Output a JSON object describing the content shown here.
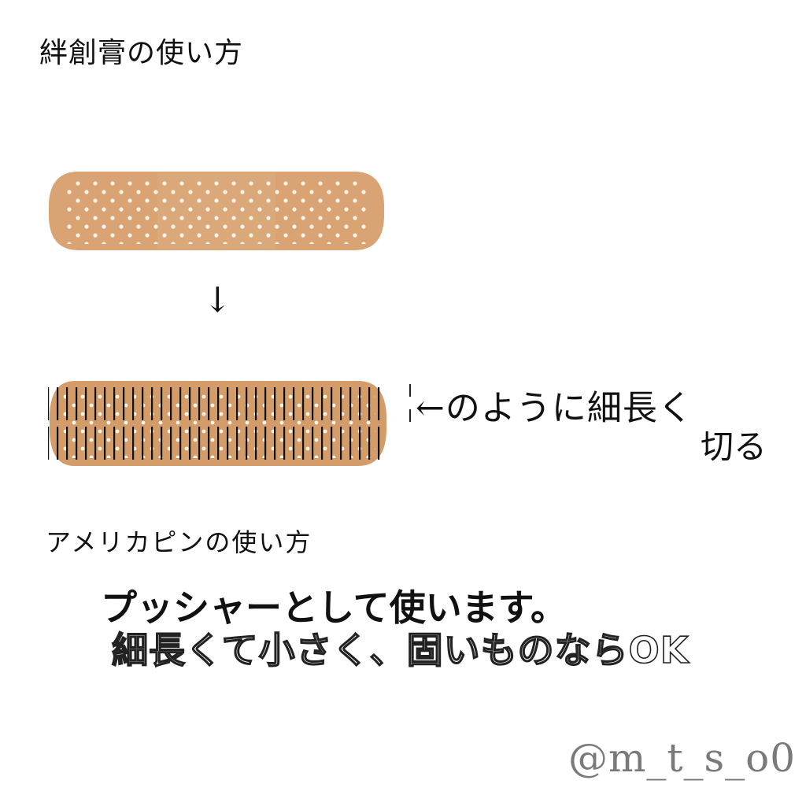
{
  "sections": {
    "bandage_title": "絆創膏の使い方",
    "arrow_down": "↓",
    "cut_instruction_line1": "←のように細長く",
    "cut_instruction_line2": "切る",
    "pin_title": "アメリカピンの使い方",
    "pusher_text": "プッシャーとして使います。",
    "outline_text": "細長くて小さく、固いものならOK",
    "watermark": "@m_t_s_o0"
  },
  "colors": {
    "bandage": "#d9a373",
    "bandage_hole": "#fdf4ea",
    "cut_lines": "#111111",
    "watermark": "#7a7a7a"
  }
}
